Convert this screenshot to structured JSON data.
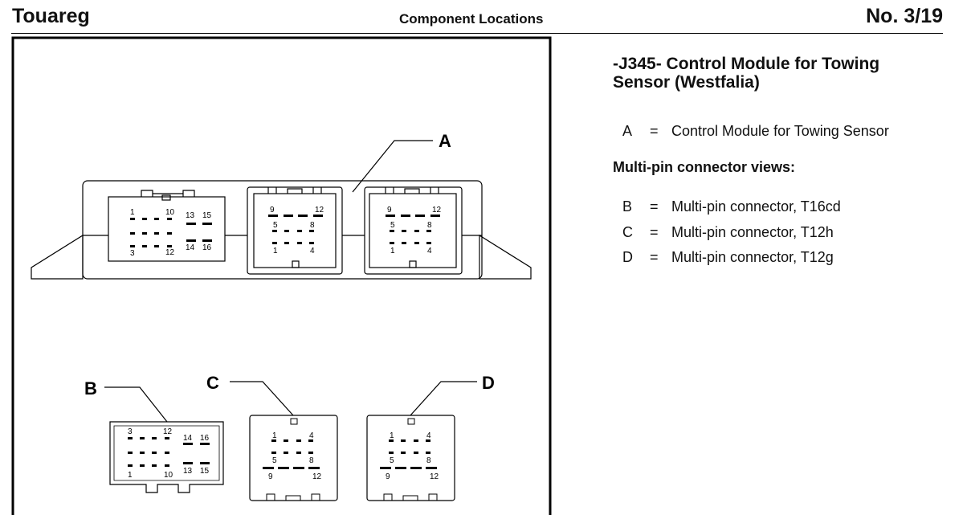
{
  "header": {
    "model": "Touareg",
    "section": "Component Locations",
    "page_number": "No. 3/19"
  },
  "legend": {
    "title": "-J345- Control Module for Towing Sensor (Westfalia)",
    "title_line1": "-J345- Control Module for Towing",
    "title_line2": "Sensor (Westfalia)",
    "items_top": [
      {
        "key": "A",
        "eq": "=",
        "desc": "Control Module for Towing Sensor"
      }
    ],
    "subheading": "Multi-pin connector views:",
    "items": [
      {
        "key": "B",
        "eq": "=",
        "desc": "Multi-pin connector, T16cd"
      },
      {
        "key": "C",
        "eq": "=",
        "desc": "Multi-pin connector, T12h"
      },
      {
        "key": "D",
        "eq": "=",
        "desc": "Multi-pin connector, T12g"
      }
    ]
  },
  "figure": {
    "callouts": {
      "a": "A",
      "b": "B",
      "c": "C",
      "d": "D"
    },
    "module_pins": {
      "left": {
        "p1": "1",
        "p10": "10",
        "p13": "13",
        "p15": "15",
        "p3": "3",
        "p12": "12",
        "p14": "14",
        "p16": "16"
      },
      "mid": {
        "p9": "9",
        "p12": "12",
        "p5": "5",
        "p8": "8",
        "p1": "1",
        "p4": "4"
      },
      "right": {
        "p9": "9",
        "p12": "12",
        "p5": "5",
        "p8": "8",
        "p1": "1",
        "p4": "4"
      }
    },
    "conn_b": {
      "p3": "3",
      "p12": "12",
      "p14": "14",
      "p16": "16",
      "p13": "13",
      "p15": "15",
      "p1": "1",
      "p10": "10"
    },
    "conn_c": {
      "p1": "1",
      "p4": "4",
      "p5": "5",
      "p8": "8",
      "p9": "9",
      "p12": "12"
    },
    "conn_d": {
      "p1": "1",
      "p4": "4",
      "p5": "5",
      "p8": "8",
      "p9": "9",
      "p12": "12"
    }
  }
}
